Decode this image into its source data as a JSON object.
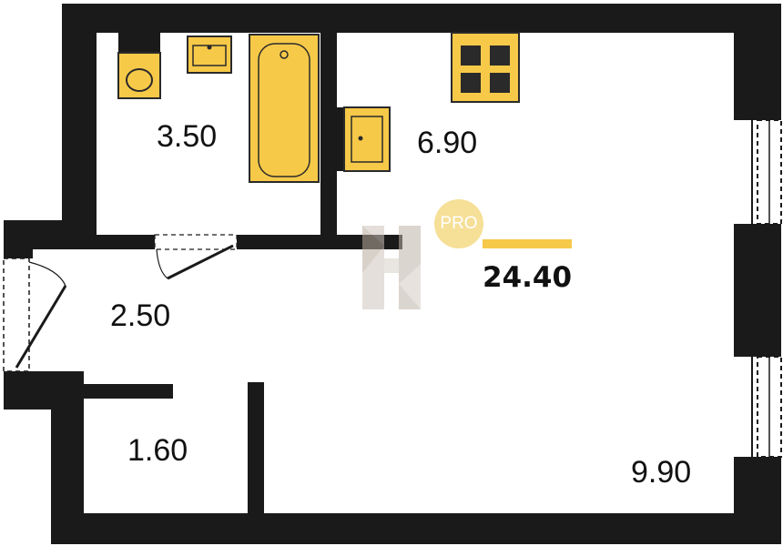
{
  "colors": {
    "wall": "#1a1a1a",
    "fixture": "#f7c948",
    "fixture_stroke": "#2a2a2a",
    "badge": "#f6dc8c",
    "watermark": "#cfc6bd"
  },
  "rooms": {
    "bathroom": {
      "area": "3.50"
    },
    "kitchen": {
      "area": "6.90"
    },
    "hallway": {
      "area": "2.50"
    },
    "storage": {
      "area": "1.60"
    },
    "living": {
      "area": "9.90"
    }
  },
  "total": {
    "area": "24.40",
    "badge": "PRO"
  },
  "icons": {
    "toilet": "toilet-icon",
    "washbasin": "washbasin-icon",
    "bathtub": "bathtub-icon",
    "stove": "stove-icon",
    "kitchen_sink": "kitchen-sink-icon",
    "watermark": "watermark-h-logo"
  }
}
